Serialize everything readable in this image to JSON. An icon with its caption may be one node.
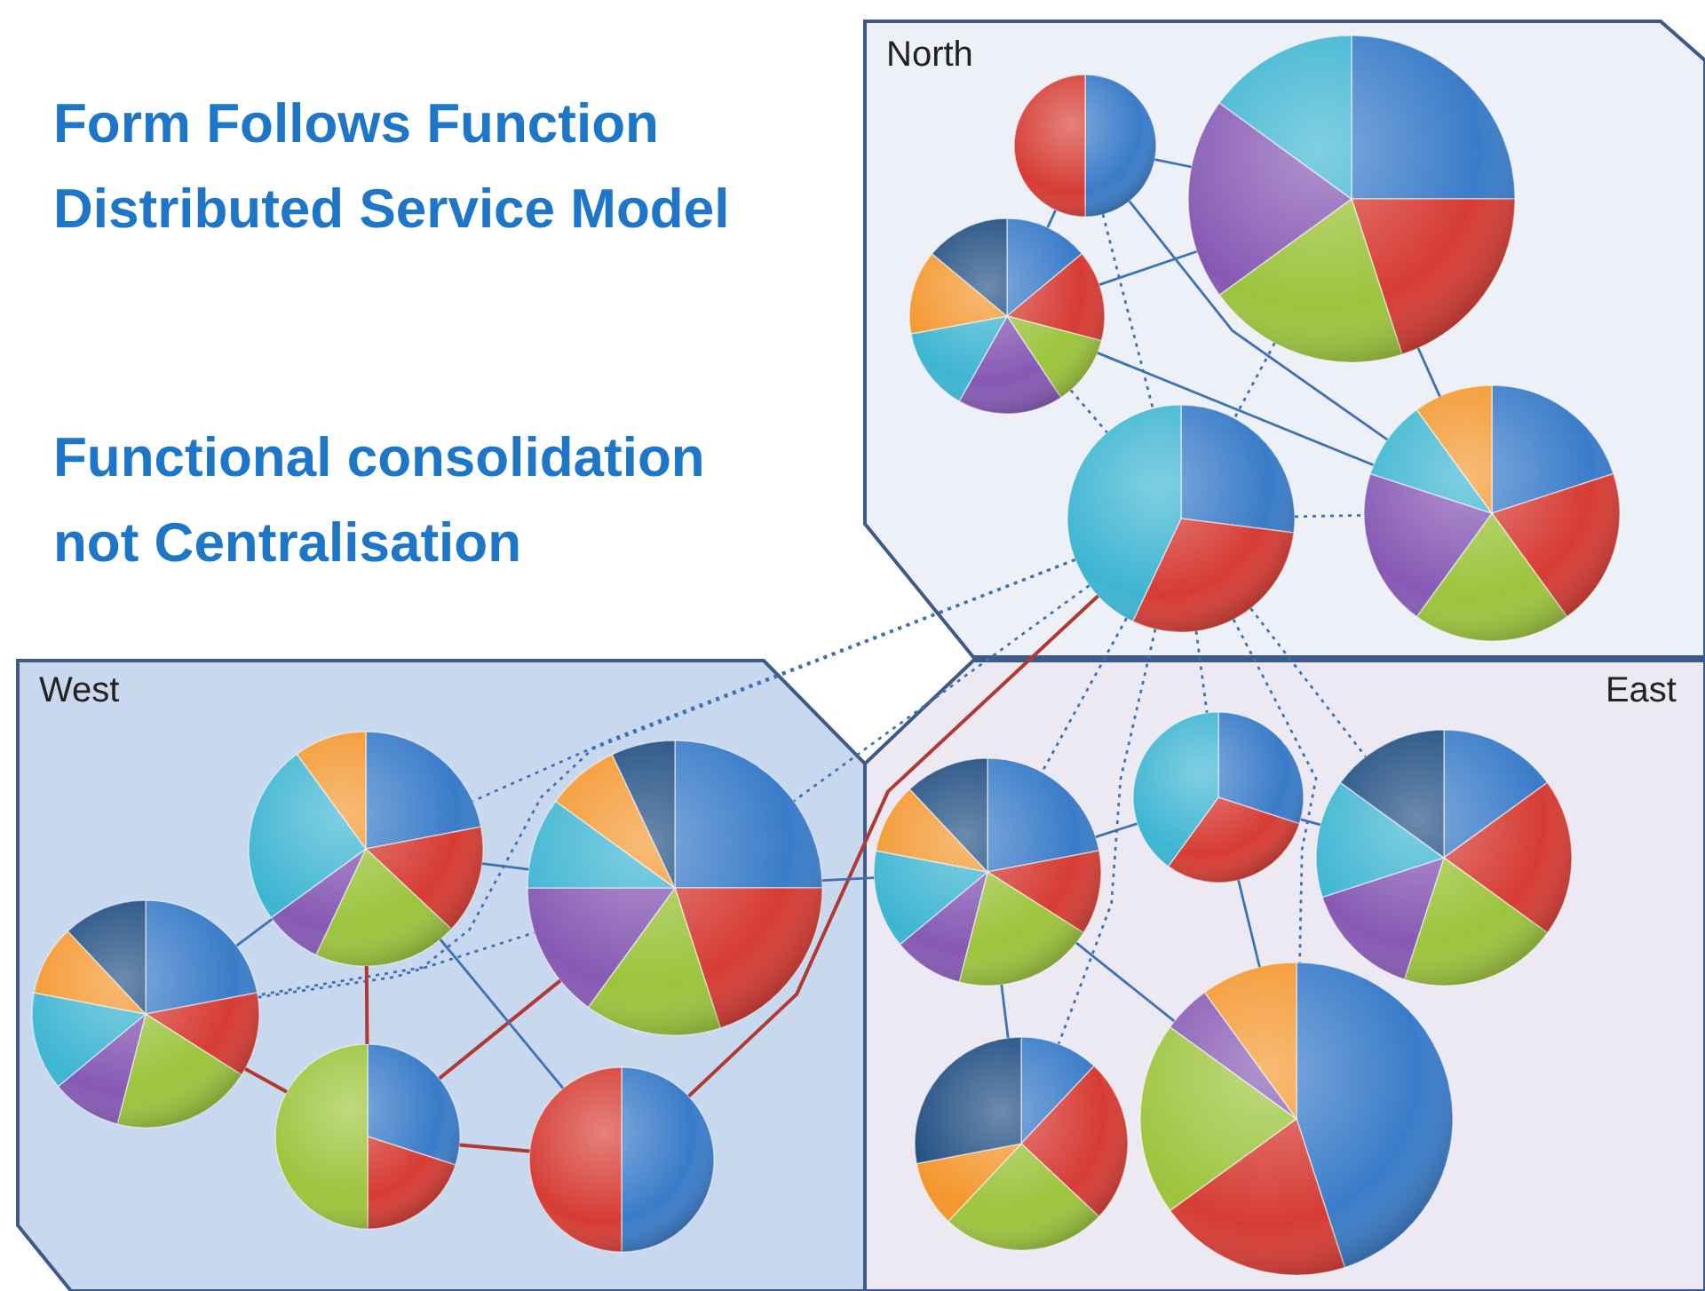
{
  "diagram": {
    "title": "Form Follows Function Distributed Service Model",
    "nodes": [
      {
        "text": [
          "North"
        ]
      },
      {
        "text": [],
        "shape": "circle",
        "in": 0
      },
      {
        "text": [],
        "shape": "circle",
        "in": 0
      },
      {
        "text": [],
        "shape": "circle",
        "in": 0
      },
      {
        "text": [],
        "shape": "circle",
        "in": 0
      },
      {
        "text": [],
        "shape": "circle",
        "in": 0
      },
      {
        "text": [
          "West"
        ]
      },
      {
        "text": [],
        "shape": "circle",
        "in": 6
      },
      {
        "text": [],
        "shape": "circle",
        "in": 6
      },
      {
        "text": [],
        "shape": "circle",
        "in": 6
      },
      {
        "text": [],
        "shape": "circle",
        "in": 6
      },
      {
        "text": [],
        "shape": "circle",
        "in": 6
      },
      {
        "text": [
          "East"
        ]
      },
      {
        "text": [],
        "shape": "circle",
        "in": 12
      },
      {
        "text": [],
        "shape": "circle",
        "in": 12
      },
      {
        "text": [],
        "shape": "circle",
        "in": 12
      },
      {
        "text": [],
        "shape": "circle",
        "in": 12
      },
      {
        "text": [],
        "shape": "circle",
        "in": 12
      }
    ],
    "edges": [
      {
        "from": 1,
        "to": 2,
        "arrow": "none"
      },
      {
        "from": 1,
        "to": 3,
        "arrow": "none"
      },
      {
        "from": 1,
        "to": 4,
        "arrow": "none",
        "style": "dashed"
      },
      {
        "from": 1,
        "to": 5,
        "arrow": "none"
      },
      {
        "from": 3,
        "to": 2,
        "arrow": "none"
      },
      {
        "from": 3,
        "to": 4,
        "arrow": "none",
        "style": "dashed"
      },
      {
        "from": 3,
        "to": 5,
        "arrow": "none"
      },
      {
        "from": 2,
        "to": 4,
        "arrow": "none",
        "style": "dashed"
      },
      {
        "from": 2,
        "to": 5,
        "arrow": "none"
      },
      {
        "from": 4,
        "to": 5,
        "arrow": "none",
        "style": "dashed"
      },
      {
        "from": 4,
        "to": 8,
        "arrow": "none",
        "style": "dashed"
      },
      {
        "from": 4,
        "to": 7,
        "arrow": "none",
        "style": "dashed"
      },
      {
        "from": 4,
        "to": 9,
        "arrow": "none",
        "style": "dashed"
      },
      {
        "from": 4,
        "to": 13,
        "arrow": "none",
        "style": "dashed"
      },
      {
        "from": 4,
        "to": 14,
        "arrow": "none",
        "style": "dashed"
      },
      {
        "from": 4,
        "to": 15,
        "arrow": "none",
        "style": "dashed"
      },
      {
        "from": 4,
        "to": 16,
        "arrow": "none",
        "style": "dashed"
      },
      {
        "from": 4,
        "to": 17,
        "arrow": "none",
        "style": "dashed"
      },
      {
        "from": 4,
        "to": 11,
        "arrow": "none",
        "color": "#b03a32"
      },
      {
        "from": 9,
        "to": 7,
        "arrow": "none"
      },
      {
        "from": 9,
        "to": 8,
        "arrow": "none",
        "style": "dashed"
      },
      {
        "from": 7,
        "to": 8,
        "arrow": "none"
      },
      {
        "from": 7,
        "to": 10,
        "arrow": "none",
        "color": "#b03a32"
      },
      {
        "from": 9,
        "to": 10,
        "arrow": "none",
        "color": "#b03a32"
      },
      {
        "from": 10,
        "to": 8,
        "arrow": "none",
        "color": "#b03a32"
      },
      {
        "from": 10,
        "to": 11,
        "arrow": "none",
        "color": "#b03a32"
      },
      {
        "from": 7,
        "to": 11,
        "arrow": "none"
      },
      {
        "from": 8,
        "to": 13,
        "arrow": "none"
      },
      {
        "from": 13,
        "to": 14,
        "arrow": "none"
      },
      {
        "from": 14,
        "to": 15,
        "arrow": "none"
      },
      {
        "from": 13,
        "to": 16,
        "arrow": "none"
      },
      {
        "from": 14,
        "to": 17,
        "arrow": "none"
      },
      {
        "from": 13,
        "to": 17,
        "arrow": "none"
      }
    ],
    "labels": [
      "Functional consolidation not Centralisation"
    ]
  }
}
